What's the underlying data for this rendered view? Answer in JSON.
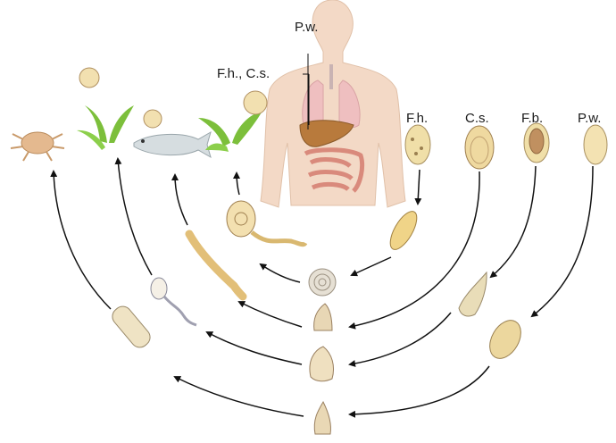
{
  "labels": {
    "pw_top": "P.w.",
    "fh_cs": "F.h., C.s.",
    "egg_fh": "F.h.",
    "egg_cs": "C.s.",
    "egg_fb": "F.b.",
    "egg_pw": "P.w."
  },
  "colors": {
    "skin": "#f3d9c6",
    "liver": "#b87a3c",
    "intestine": "#e9a99a",
    "lung": "#efbfc0",
    "leaf": "#7cbf3b",
    "egg_shell": "#f0dfa8",
    "egg_outline": "#a89060",
    "snail": "#e6d6b4",
    "arrow": "#111111"
  },
  "icons": [
    "human-figure",
    "crab-icon",
    "water-plant-icon",
    "fish-icon",
    "water-caltrop-icon",
    "snail-icon",
    "egg-icon",
    "larva-icon",
    "cyst-icon"
  ]
}
